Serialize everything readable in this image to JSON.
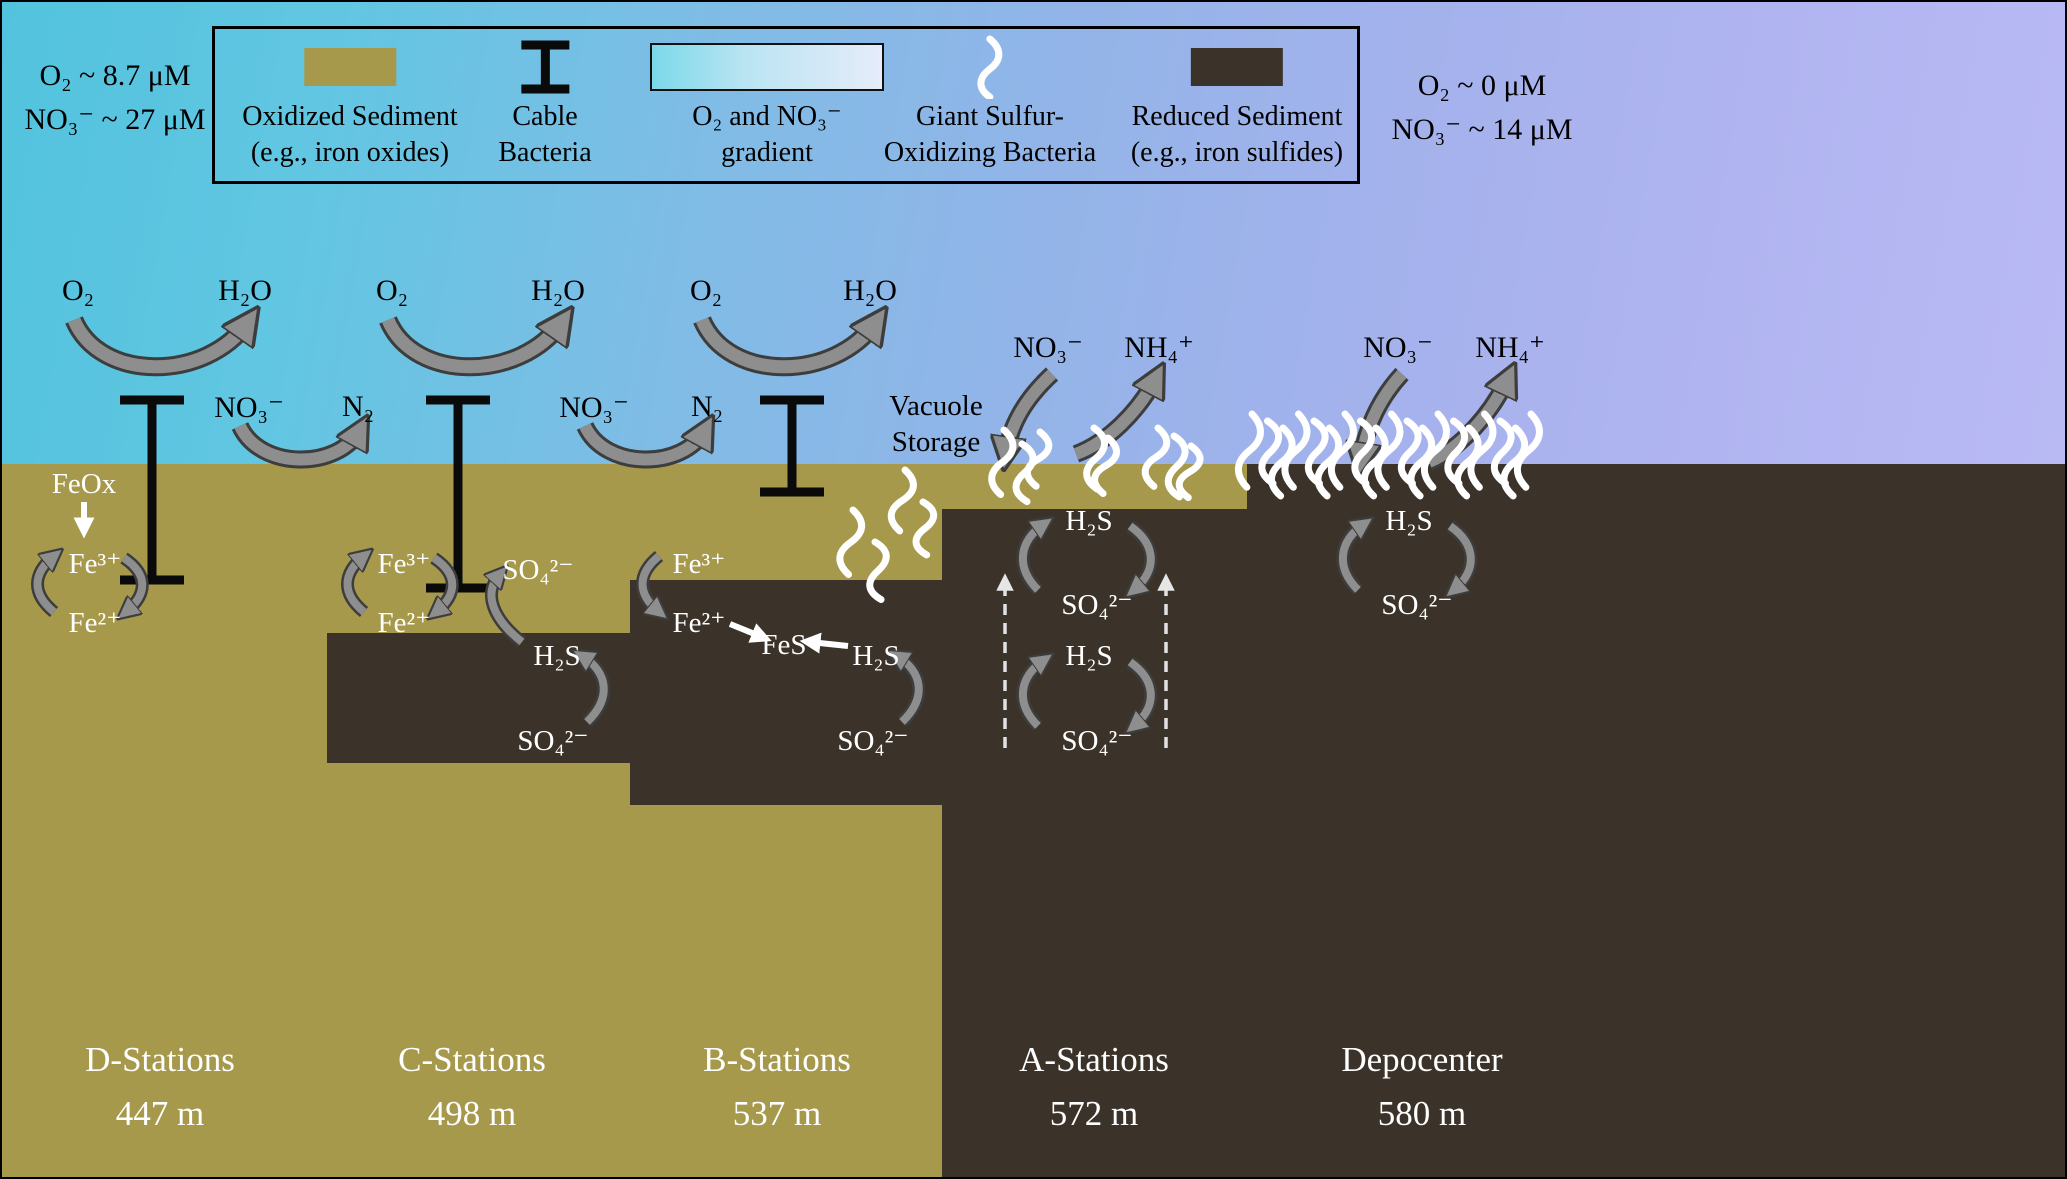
{
  "conditions": {
    "left1": "O₂ ~ 8.7 μM",
    "left2": "NO₃⁻ ~ 27 μM",
    "right1": "O₂ ~ 0 μM",
    "right2": "NO₃⁻ ~ 14 μM"
  },
  "legend": {
    "items": [
      {
        "line1": "Oxidized Sediment",
        "line2": "(e.g., iron oxides)"
      },
      {
        "line1": "Cable",
        "line2": "Bacteria"
      },
      {
        "line1": "O₂ and NO₃⁻",
        "line2": "gradient"
      },
      {
        "line1": "Giant Sulfur-",
        "line2": "Oxidizing Bacteria"
      },
      {
        "line1": "Reduced Sediment",
        "line2": "(e.g., iron sulfides)"
      }
    ]
  },
  "chem": {
    "o2": "O₂",
    "h2o": "H₂O",
    "no3": "NO₃⁻",
    "n2": "N₂",
    "nh4": "NH₄⁺",
    "feox": "FeOx",
    "fe3": "Fe³⁺",
    "fe2": "Fe²⁺",
    "so4": "SO₄²⁻",
    "h2s": "H₂S",
    "fes": "FeS"
  },
  "vacuole": {
    "line1": "Vacuole",
    "line2": "Storage"
  },
  "stations": [
    {
      "name": "D-Stations",
      "depth": "447 m"
    },
    {
      "name": "C-Stations",
      "depth": "498 m"
    },
    {
      "name": "B-Stations",
      "depth": "537 m"
    },
    {
      "name": "A-Stations",
      "depth": "572 m"
    },
    {
      "name": "Depocenter",
      "depth": "580 m"
    }
  ],
  "colors": {
    "oxidized_sediment": "#a6994c",
    "reduced_sediment": "#3b3329",
    "water_left": "#52c3de",
    "water_right": "#bcbcf6",
    "arrow_gray": "#8e8e8e",
    "arrow_outline": "#3d3d3d",
    "bacteria_white": "#ffffff",
    "cable_black": "#0a0a0a"
  }
}
